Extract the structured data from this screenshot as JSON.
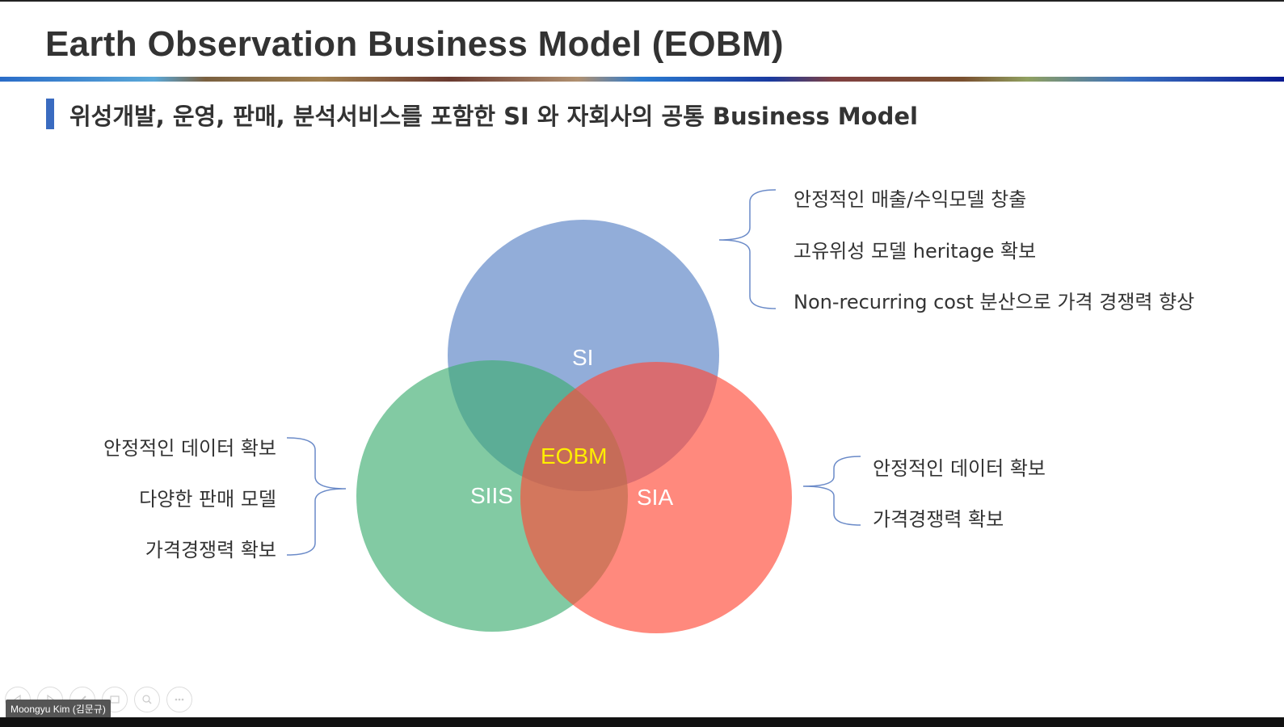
{
  "slide": {
    "title": "Earth Observation Business Model (EOBM)",
    "subtitle": "위성개발, 운영, 판매, 분석서비스를 포함한 SI 와 자회사의 공통 Business Model"
  },
  "venn": {
    "circles": [
      {
        "label": "SI",
        "color": "#7f9fd2"
      },
      {
        "label": "SIIS",
        "color": "#5cbf8a"
      },
      {
        "label": "SIA",
        "color": "#ff6252"
      }
    ],
    "center_label": "EOBM",
    "center_color": "#ffee00"
  },
  "notes": {
    "si": [
      "안정적인 매출/수익모델 창출",
      "고유위성 모델 heritage 확보",
      "Non-recurring cost 분산으로 가격 경쟁력 향상"
    ],
    "siis": [
      "안정적인 데이터 확보",
      "다양한 판매 모델",
      "가격경쟁력 확보"
    ],
    "sia": [
      "안정적인 데이터 확보",
      "가격경쟁력 확보"
    ]
  },
  "presenter": {
    "name": "Moongyu Kim (김문규)"
  }
}
